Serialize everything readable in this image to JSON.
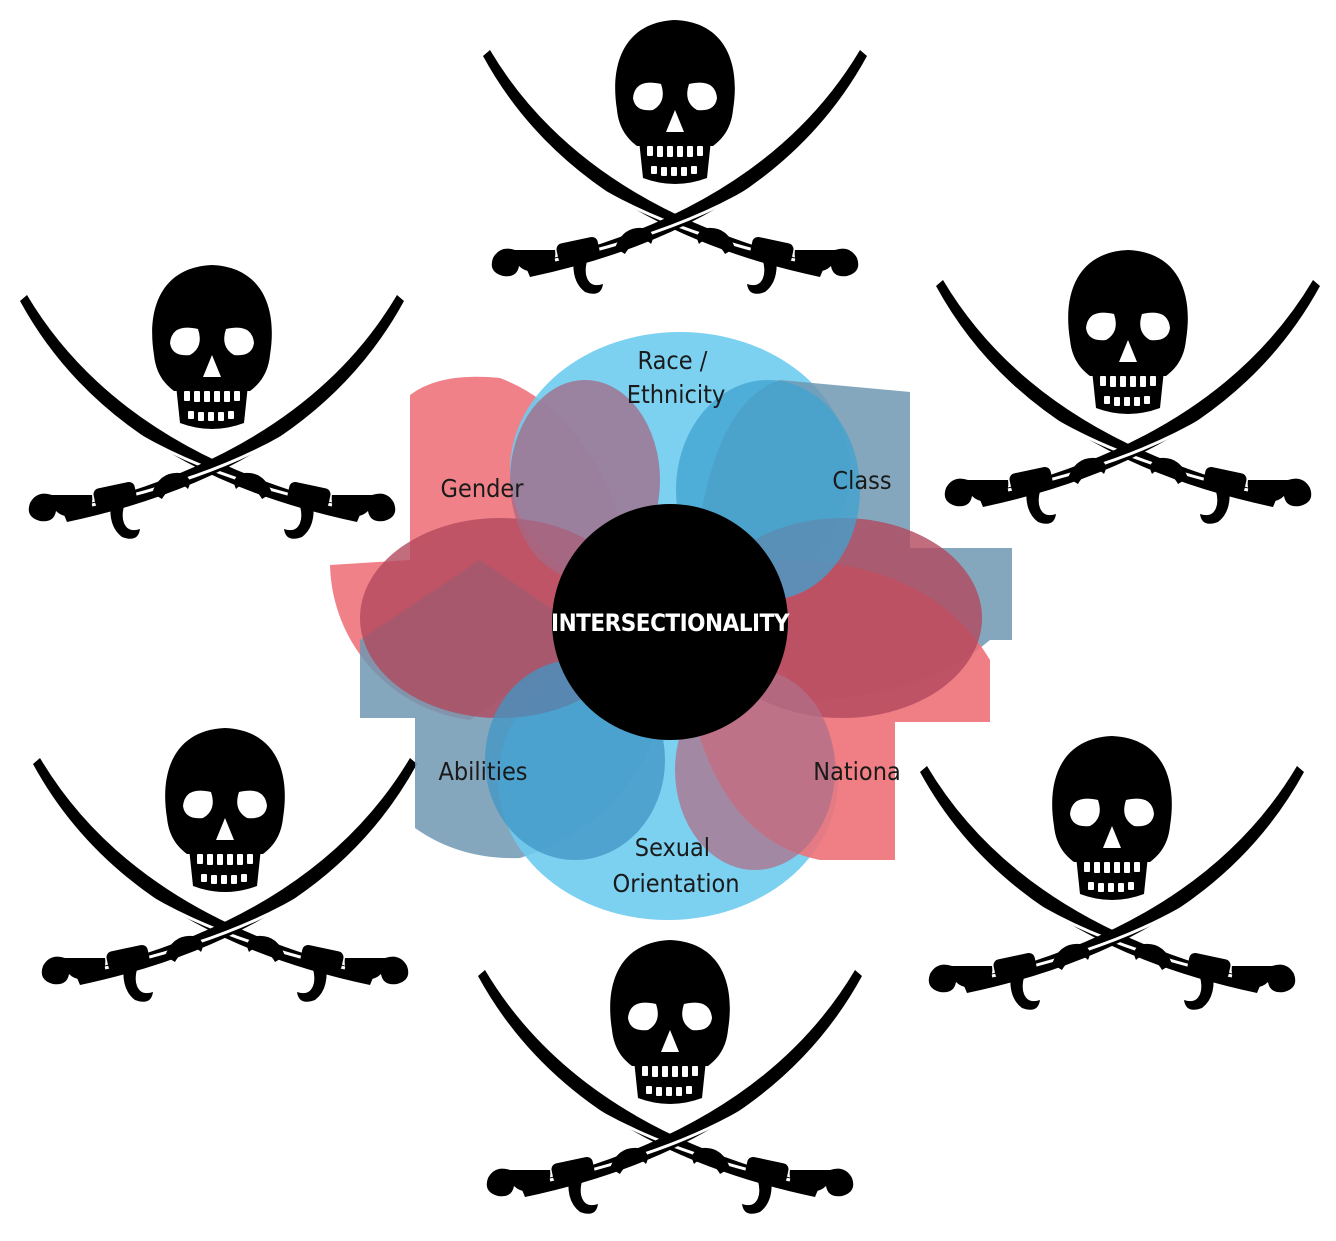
{
  "diagram": {
    "center": {
      "label": "INTERSECTIONALITY",
      "color": "#000000"
    },
    "petals": [
      {
        "id": "race",
        "lines": [
          "Race /",
          "Ethnicity"
        ],
        "color": "#6ECBEE"
      },
      {
        "id": "class",
        "lines": [
          "Class"
        ],
        "color": "#6F98B3"
      },
      {
        "id": "nationality",
        "lines": [
          "Nationa"
        ],
        "color": "#EE7078"
      },
      {
        "id": "sexual-orientation",
        "lines": [
          "Sexual",
          "Orientation"
        ],
        "color": "#6ECBEE"
      },
      {
        "id": "abilities",
        "lines": [
          "Abilities"
        ],
        "color": "#6F98B3"
      },
      {
        "id": "gender",
        "lines": [
          "Gender"
        ],
        "color": "#EE7078"
      }
    ],
    "overlay_petals": [
      {
        "id": "left-red",
        "color": "#B2485E"
      },
      {
        "id": "right-red",
        "color": "#B2485E"
      },
      {
        "id": "upper-right-blue",
        "color": "#3FA3D0"
      },
      {
        "id": "lower-left-blue",
        "color": "#3F95C4"
      }
    ]
  },
  "decorations": {
    "icon": "skull-and-crossed-sabers-icon",
    "color": "#000000",
    "count": 6
  }
}
